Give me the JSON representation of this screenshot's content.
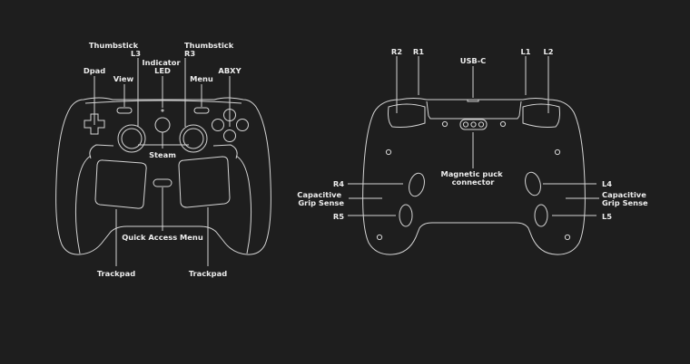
{
  "front": {
    "labels": {
      "thumbstick_l3": [
        "Thumbstick",
        "L3"
      ],
      "dpad": "Dpad",
      "view": "View",
      "indicator_led": [
        "Indicator",
        "LED"
      ],
      "menu": "Menu",
      "thumbstick_r3": [
        "Thumbstick",
        "R3"
      ],
      "abxy": "ABXY",
      "steam": "Steam",
      "quick_access_menu": "Quick Access Menu",
      "trackpad_left": "Trackpad",
      "trackpad_right": "Trackpad"
    }
  },
  "back": {
    "labels": {
      "r2": "R2",
      "r1": "R1",
      "usb_c": "USB-C",
      "l1": "L1",
      "l2": "L2",
      "magnetic_puck": [
        "Magnetic puck",
        "connector"
      ],
      "r4": "R4",
      "grip_right": [
        "Capacitive",
        "Grip Sense"
      ],
      "r5": "R5",
      "l4": "L4",
      "grip_left": [
        "Capacitive",
        "Grip Sense"
      ],
      "l5": "L5"
    }
  }
}
